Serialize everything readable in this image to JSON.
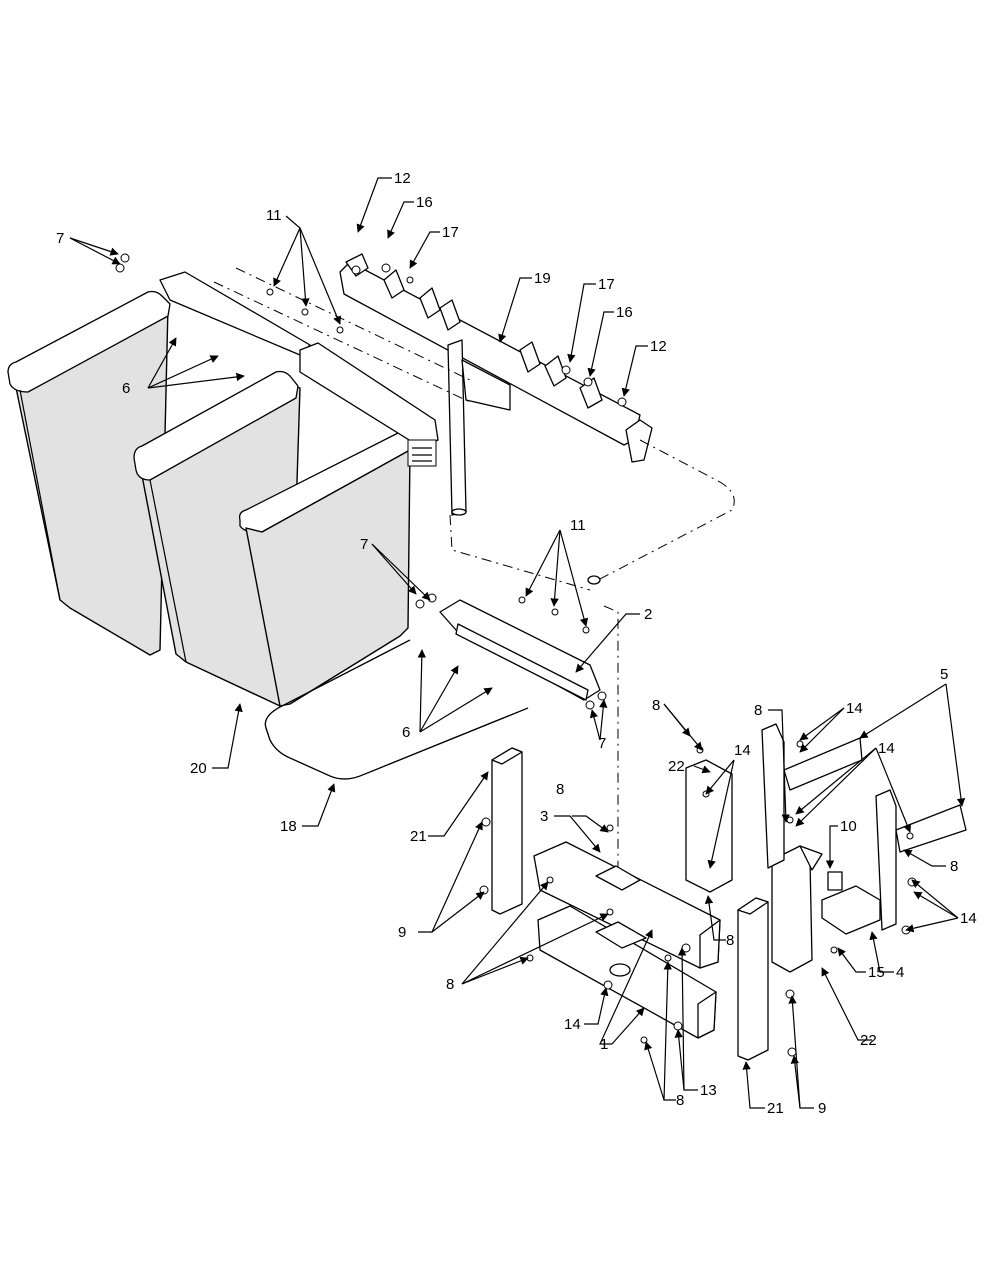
{
  "diagram": {
    "callouts": {
      "c1": "1",
      "c2": "2",
      "c3": "3",
      "c4": "4",
      "c5": "5",
      "c6a": "6",
      "c6b": "6",
      "c7a": "7",
      "c7b": "7",
      "c7c": "7",
      "c8a": "8",
      "c8b": "8",
      "c8c": "8",
      "c8d": "8",
      "c8e": "8",
      "c8f": "8",
      "c8g": "8",
      "c9a": "9",
      "c9b": "9",
      "c10": "10",
      "c11a": "11",
      "c11b": "11",
      "c12a": "12",
      "c12b": "12",
      "c13": "13",
      "c14a": "14",
      "c14b": "14",
      "c14c": "14",
      "c14d": "14",
      "c14e": "14",
      "c15": "15",
      "c16a": "16",
      "c16b": "16",
      "c17a": "17",
      "c17b": "17",
      "c18": "18",
      "c19": "19",
      "c20": "20",
      "c21a": "21",
      "c21b": "21",
      "c22a": "22",
      "c22b": "22"
    }
  }
}
